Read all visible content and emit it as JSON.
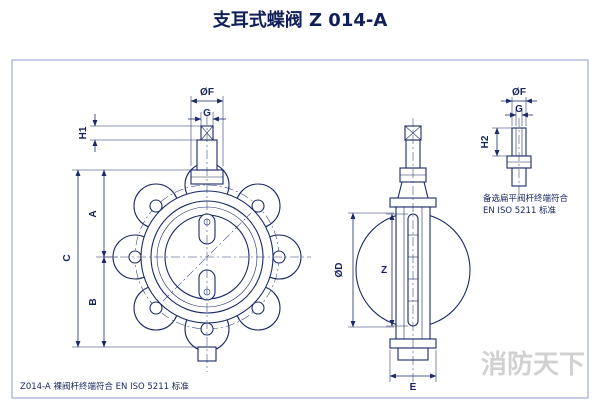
{
  "page": {
    "title": "支耳式蝶阀 Z 014-A",
    "watermark": "消防天下",
    "footnote": "Z014-A 裸阀杆终端符合 EN ISO 5211 标准"
  },
  "notes": {
    "optional_stem_line1": "备选扁平阀杆终端符合",
    "optional_stem_line2": "EN ISO 5211 标准"
  },
  "labels": {
    "front": {
      "of": "ØF",
      "g": "G",
      "h1": "H1",
      "a": "A",
      "c": "C",
      "b": "B"
    },
    "side": {
      "od": "ØD",
      "z": "Z",
      "e": "E"
    },
    "detail": {
      "of": "ØF",
      "g": "G",
      "h2": "H2"
    }
  },
  "colors": {
    "line": "#1c2a66",
    "title_text": "#101f56",
    "border": "#8d9bc8",
    "watermark": "#c6c6c6"
  }
}
